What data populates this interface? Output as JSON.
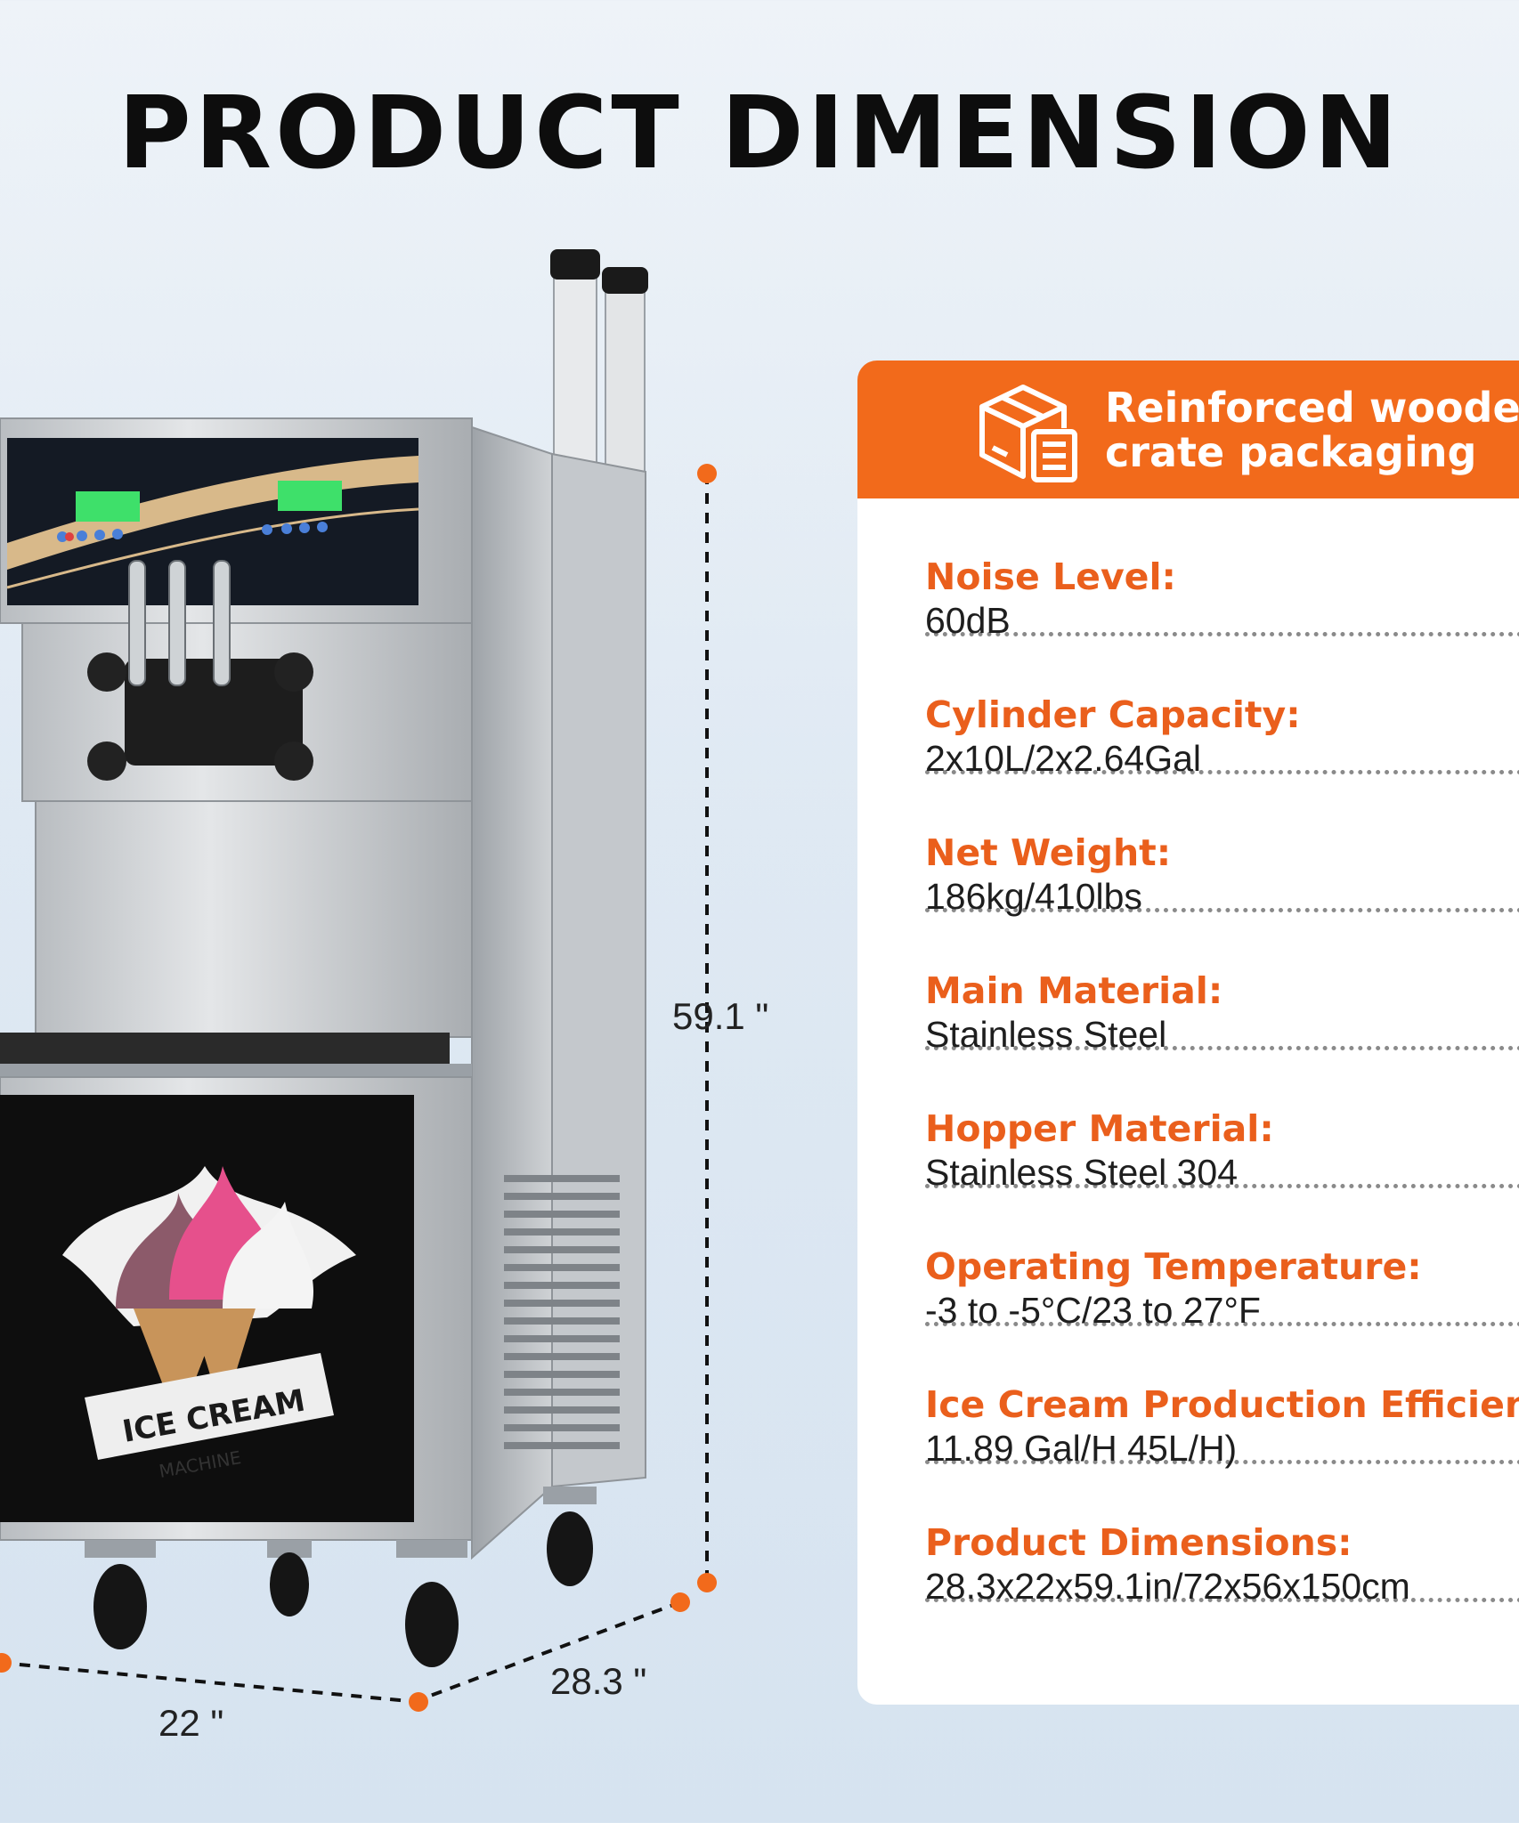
{
  "title": "PRODUCT DIMENSION",
  "dimensions": {
    "height": "59.1 \"",
    "depth": "28.3 \"",
    "width": "22 \""
  },
  "machine_graphic": {
    "line1": "ICE CREAM",
    "line2": "MACHINE"
  },
  "packaging": {
    "line1": "Reinforced wooden",
    "line2": "crate packaging"
  },
  "specs": [
    {
      "label": "Noise Level:",
      "value": "60dB"
    },
    {
      "label": "Cylinder Capacity:",
      "value": "2x10L/2x2.64Gal"
    },
    {
      "label": "Net Weight:",
      "value": "186kg/410lbs"
    },
    {
      "label": "Main Material:",
      "value": "Stainless Steel"
    },
    {
      "label": "Hopper Material:",
      "value": "Stainless Steel 304"
    },
    {
      "label": "Operating Temperature:",
      "value": "-3 to -5°C/23 to 27°F"
    },
    {
      "label": "Ice Cream Production Efficiency:",
      "value": "11.89 Gal/H 45L/H)"
    },
    {
      "label": "Product Dimensions:",
      "value": "28.3x22x59.1in/72x56x150cm"
    }
  ],
  "colors": {
    "accent": "#f26a1b",
    "label": "#ea5f1c",
    "text": "#1e1e1e"
  }
}
